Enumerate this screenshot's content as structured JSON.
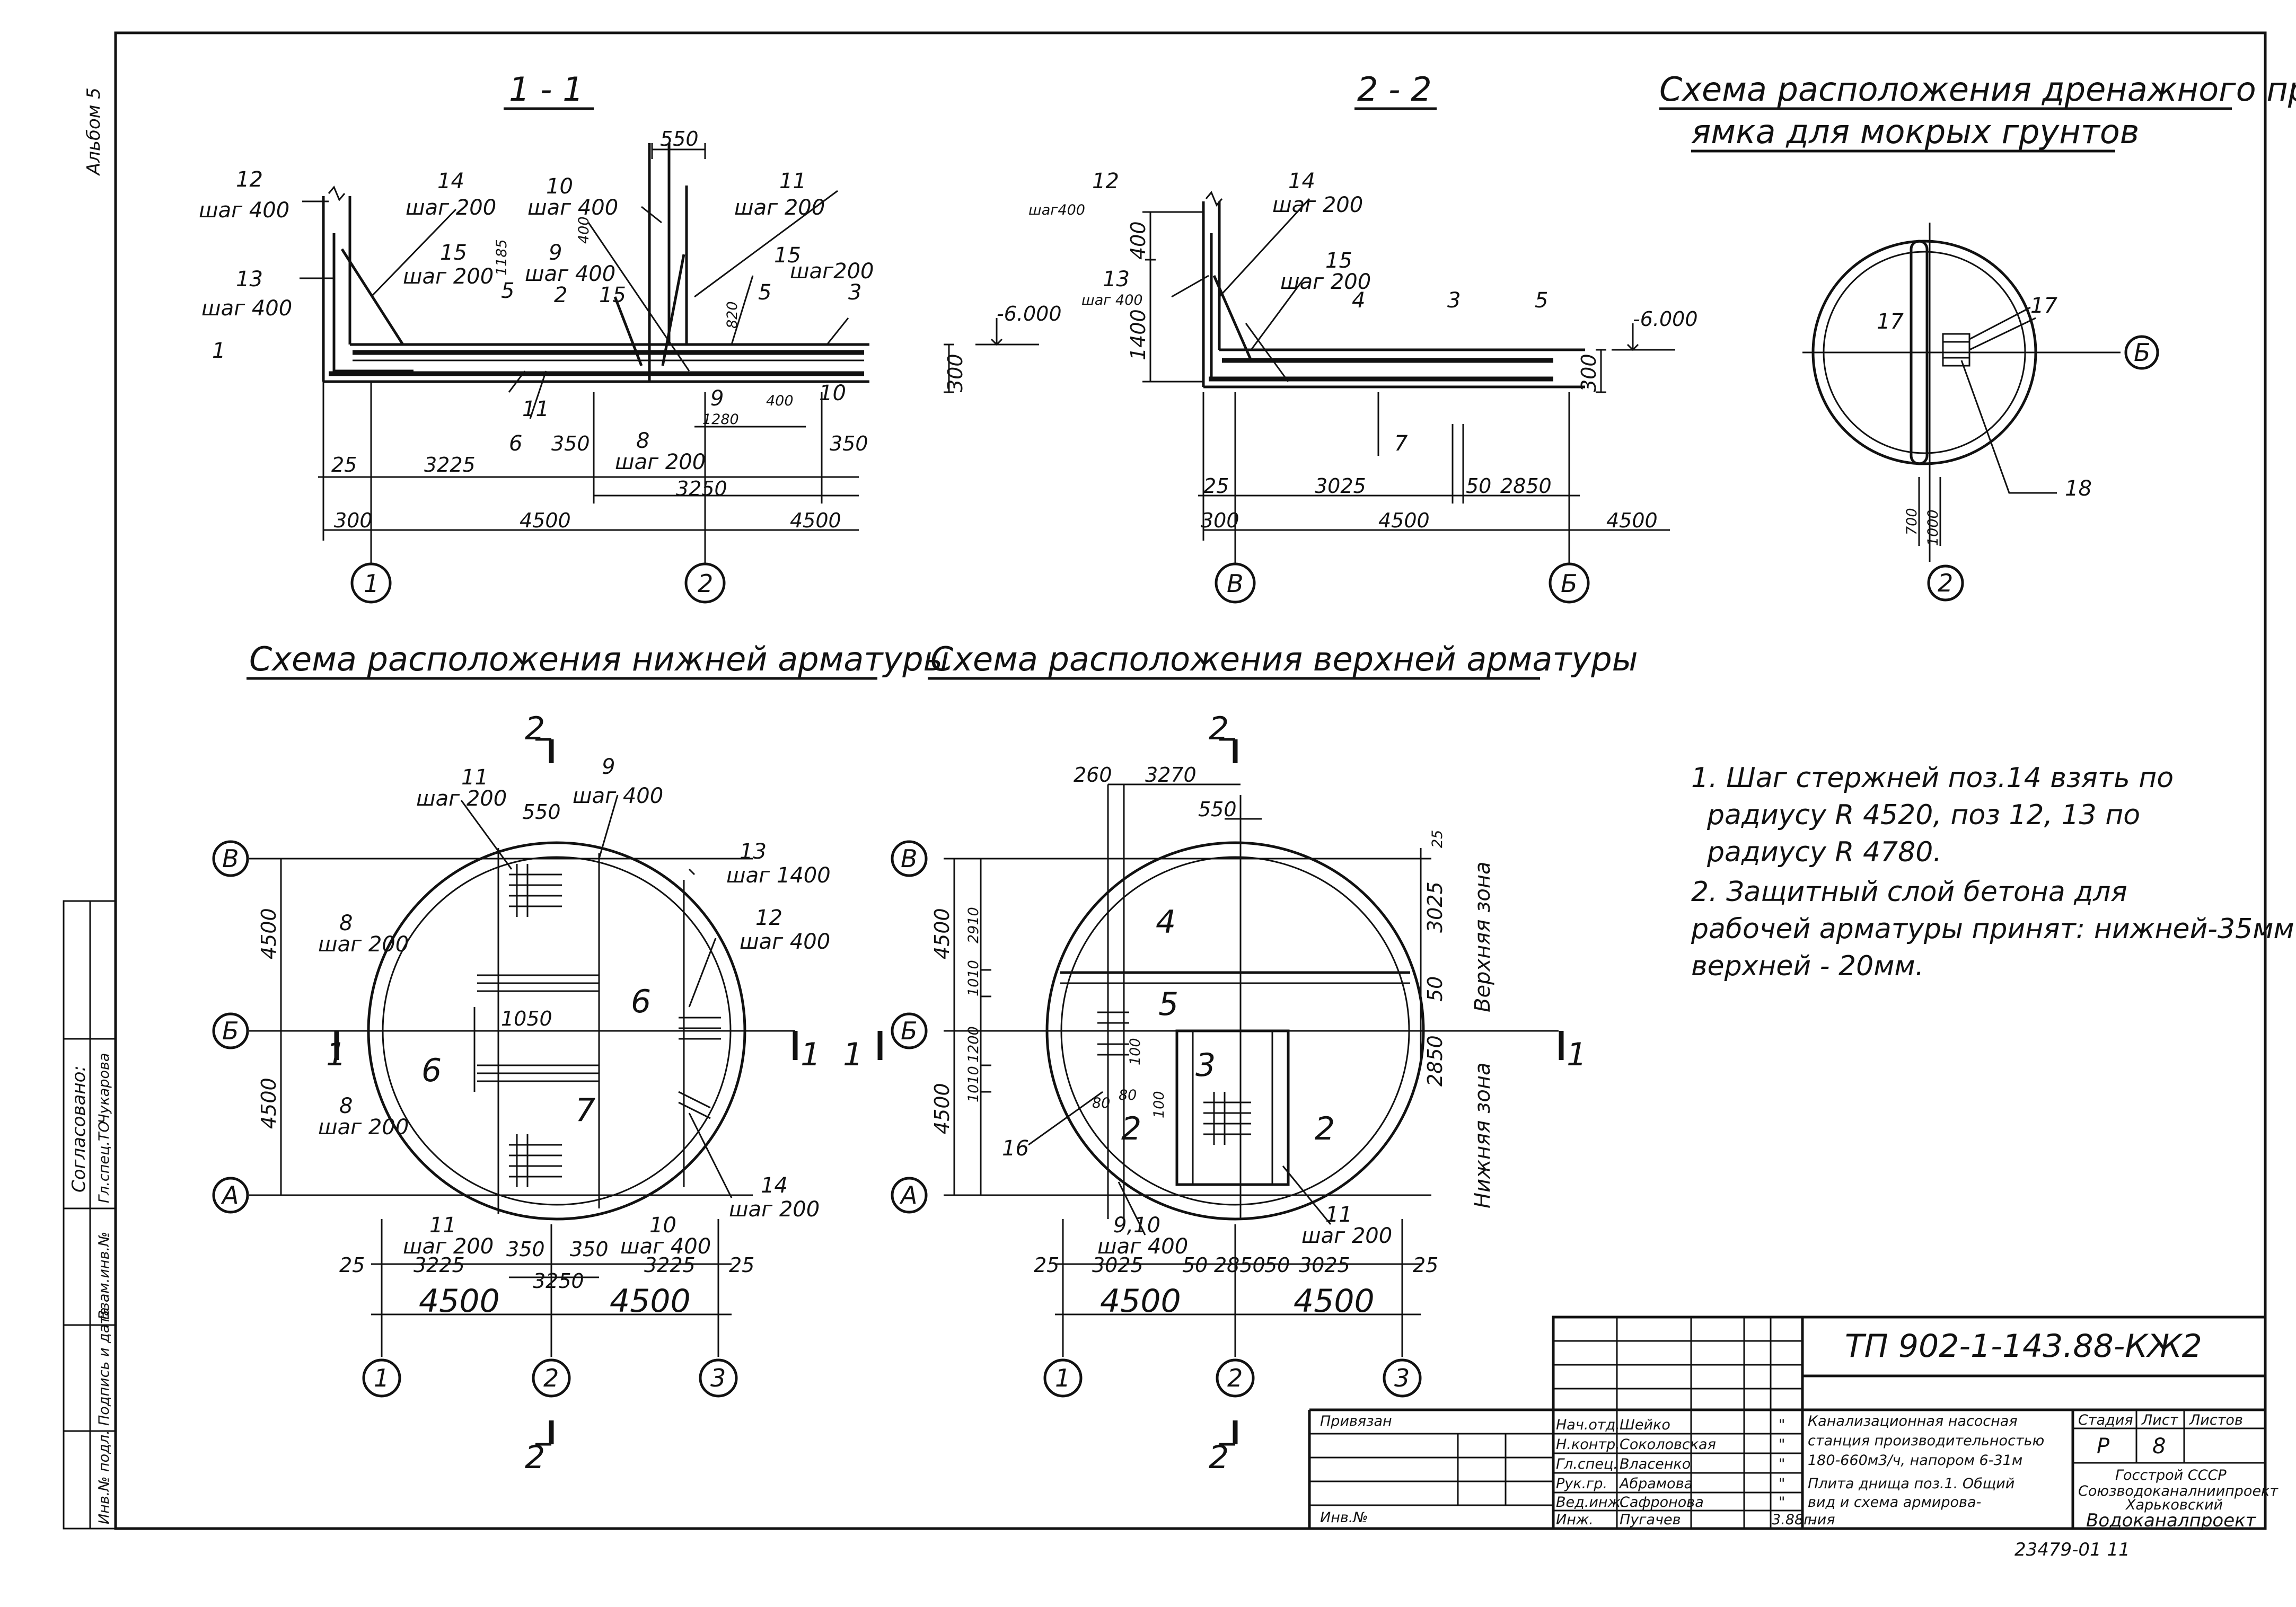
{
  "album_label": "Альбом 5",
  "sections": {
    "s11": {
      "title": "1 - 1",
      "labels": {
        "p12": "12",
        "p12s": "шаг 400",
        "p13": "13",
        "p13s": "шаг 400",
        "p14": "14",
        "p14s": "шаг 200",
        "p15a": "15",
        "p15as": "шаг 200",
        "p5": "5",
        "p10": "10",
        "p10s": "шаг 400",
        "p9": "9",
        "p9s": "шаг 400",
        "p2": "2",
        "p15b": "15",
        "p11": "11",
        "p11s": "шаг 200",
        "p15c": "15",
        "p15cs": "шаг200",
        "p5b": "5",
        "p3": "3",
        "p1": "1",
        "p11b": "11",
        "p9b": "9",
        "p10b": "10",
        "p6": "6",
        "p8": "8",
        "p8s": "шаг 200"
      },
      "dims": {
        "d550": "550",
        "d400": "400",
        "d1185": "1185",
        "d820": "820",
        "d300": "300",
        "d1280": "1280",
        "d400b": "400",
        "d25": "25",
        "d3225": "3225",
        "d350a": "350",
        "d350b": "350",
        "d3250": "3250",
        "d300b": "300",
        "d4500a": "4500",
        "d4500b": "4500"
      },
      "level": "-6.000",
      "axes": [
        "1",
        "2"
      ]
    },
    "s22": {
      "title": "2 - 2",
      "labels": {
        "p12": "12",
        "p12s": "шаг400",
        "p13": "13",
        "p13s": "шаг 400",
        "p14": "14",
        "p14s": "шаг 200",
        "p15": "15",
        "p15s": "шаг 200",
        "p4": "4",
        "p3": "3",
        "p5": "5",
        "p7": "7"
      },
      "dims": {
        "d400": "400",
        "d1400": "1400",
        "d300": "300",
        "d25": "25",
        "d3025": "3025",
        "d50": "50",
        "d2850": "2850",
        "d300b": "300",
        "d4500a": "4500",
        "d4500b": "4500"
      },
      "level": "-6.000",
      "axes": [
        "В",
        "Б"
      ]
    }
  },
  "drain": {
    "title_l1": "Схема расположения дренажного при-",
    "title_l2": "ямка для мокрых грунтов",
    "labels": {
      "p17a": "17",
      "p17b": "17",
      "p18": "18"
    },
    "dims": {
      "d700": "700",
      "d1000": "1000"
    },
    "axes": [
      "Б",
      "2"
    ]
  },
  "lower": {
    "title": "Схема расположения нижней арматуры",
    "labels": {
      "p11": "11",
      "p11s": "шаг 200",
      "p9": "9",
      "p9s": "шаг 400",
      "p13": "13",
      "p13s": "шаг 1400",
      "p12": "12",
      "p12s": "шаг 400",
      "p8a": "8",
      "p8as": "шаг 200",
      "p6a": "6",
      "p6b": "6",
      "p7": "7",
      "p8b": "8",
      "p8bs": "шаг 200",
      "p14": "14",
      "p14s": "шаг 200",
      "p11b": "11",
      "p11bs": "шаг 200",
      "p10": "10",
      "p10s": "шаг 400"
    },
    "dims": {
      "d550": "550",
      "d1050": "1050",
      "d4500v": "4500",
      "d4500v2": "4500",
      "d25a": "25",
      "d3225a": "3225",
      "d350a": "350",
      "d350b": "350",
      "d3225b": "3225",
      "d25b": "25",
      "d3250": "3250",
      "d4500a": "4500",
      "d4500b": "4500"
    },
    "cut_marks": {
      "top": "2",
      "bottom": "2",
      "left": "1",
      "right": "1"
    },
    "axes": {
      "v": [
        "В",
        "Б",
        "А"
      ],
      "h": [
        "1",
        "2",
        "3"
      ]
    }
  },
  "upper": {
    "title": "Схема расположения верхней арматуры",
    "labels": {
      "p4": "4",
      "p5": "5",
      "p3": "3",
      "p2a": "2",
      "p2b": "2",
      "p16": "16",
      "p910": "9,10",
      "p910s": "шаг 400",
      "p11": "11",
      "p11s": "шаг 200"
    },
    "dims": {
      "d260": "260",
      "d3270": "3270",
      "d550": "550",
      "d4500v": "4500",
      "d2910": "2910",
      "d1010a": "1010",
      "d1200": "1200",
      "d1010b": "1010",
      "d4500v2": "4500",
      "d100a": "100",
      "d100b": "100",
      "d80a": "80",
      "d80b": "80",
      "d25r": "25",
      "d3025r": "3025",
      "d50r": "50",
      "d2850r": "2850",
      "d25a": "25",
      "d3025a": "3025",
      "d50a": "50",
      "d2850": "2850",
      "d50b": "50",
      "d3025b": "3025",
      "d25b": "25",
      "d4500a": "4500",
      "d4500b": "4500"
    },
    "zones": {
      "top": "Верхняя зона",
      "bottom": "Нижняя зона"
    },
    "cut_marks": {
      "top": "2",
      "bottom": "2",
      "left": "1",
      "right": "1"
    },
    "axes": {
      "v": [
        "В",
        "Б",
        "А"
      ],
      "h": [
        "1",
        "2",
        "3"
      ]
    }
  },
  "notes": {
    "n1_l1": "1. Шаг стержней поз.14 взять по",
    "n1_l2": "радиусу R 4520, поз 12, 13 по",
    "n1_l3": "радиусу R 4780.",
    "n2_l1": "2. Защитный слой бетона для",
    "n2_l2": "рабочей арматуры принят: нижней-35мм",
    "n2_l3": "верхней - 20мм."
  },
  "left_strip": {
    "f1": "Согласовано:",
    "f2": "Гл.спец.ТО",
    "f3": "Чукарова",
    "f4": "Взам.инв.№",
    "f5": "Подпись и дата",
    "f6": "Инв.№ подл."
  },
  "title_block": {
    "code": "ТП 902-1-143.88-КЖ2",
    "privyazan": "Привязан",
    "inv": "Инв.№",
    "people": [
      {
        "role": "Нач.отд.",
        "name": "Шейко",
        "date": "\""
      },
      {
        "role": "Н.контр.",
        "name": "Соколовская",
        "date": "\""
      },
      {
        "role": "Гл.спец.",
        "name": "Власенко",
        "date": "\""
      },
      {
        "role": "Рук.гр.",
        "name": "Абрамова",
        "date": "\""
      },
      {
        "role": "Вед.инж.",
        "name": "Сафронова",
        "date": "\""
      },
      {
        "role": "Инж.",
        "name": "Пугачев",
        "date": "3.88г."
      }
    ],
    "project_l1": "Канализационная насосная",
    "project_l2": "станция производительностью",
    "project_l3": "180-660м3/ч, напором 6-31м",
    "sheet_l1": "Плита днища поз.1. Общий",
    "sheet_l2": "вид и схема армирова-",
    "sheet_l3": "ния",
    "stage_h": "Стадия",
    "sheet_h": "Лист",
    "sheets_h": "Листов",
    "stage": "Р",
    "sheet": "8",
    "org_l1": "Госстрой СССР",
    "org_l2": "Союзводоканалниипроект",
    "org_l3": "Харьковский",
    "org_l4": "Водоканалпроект",
    "number": "23479-01 11"
  }
}
